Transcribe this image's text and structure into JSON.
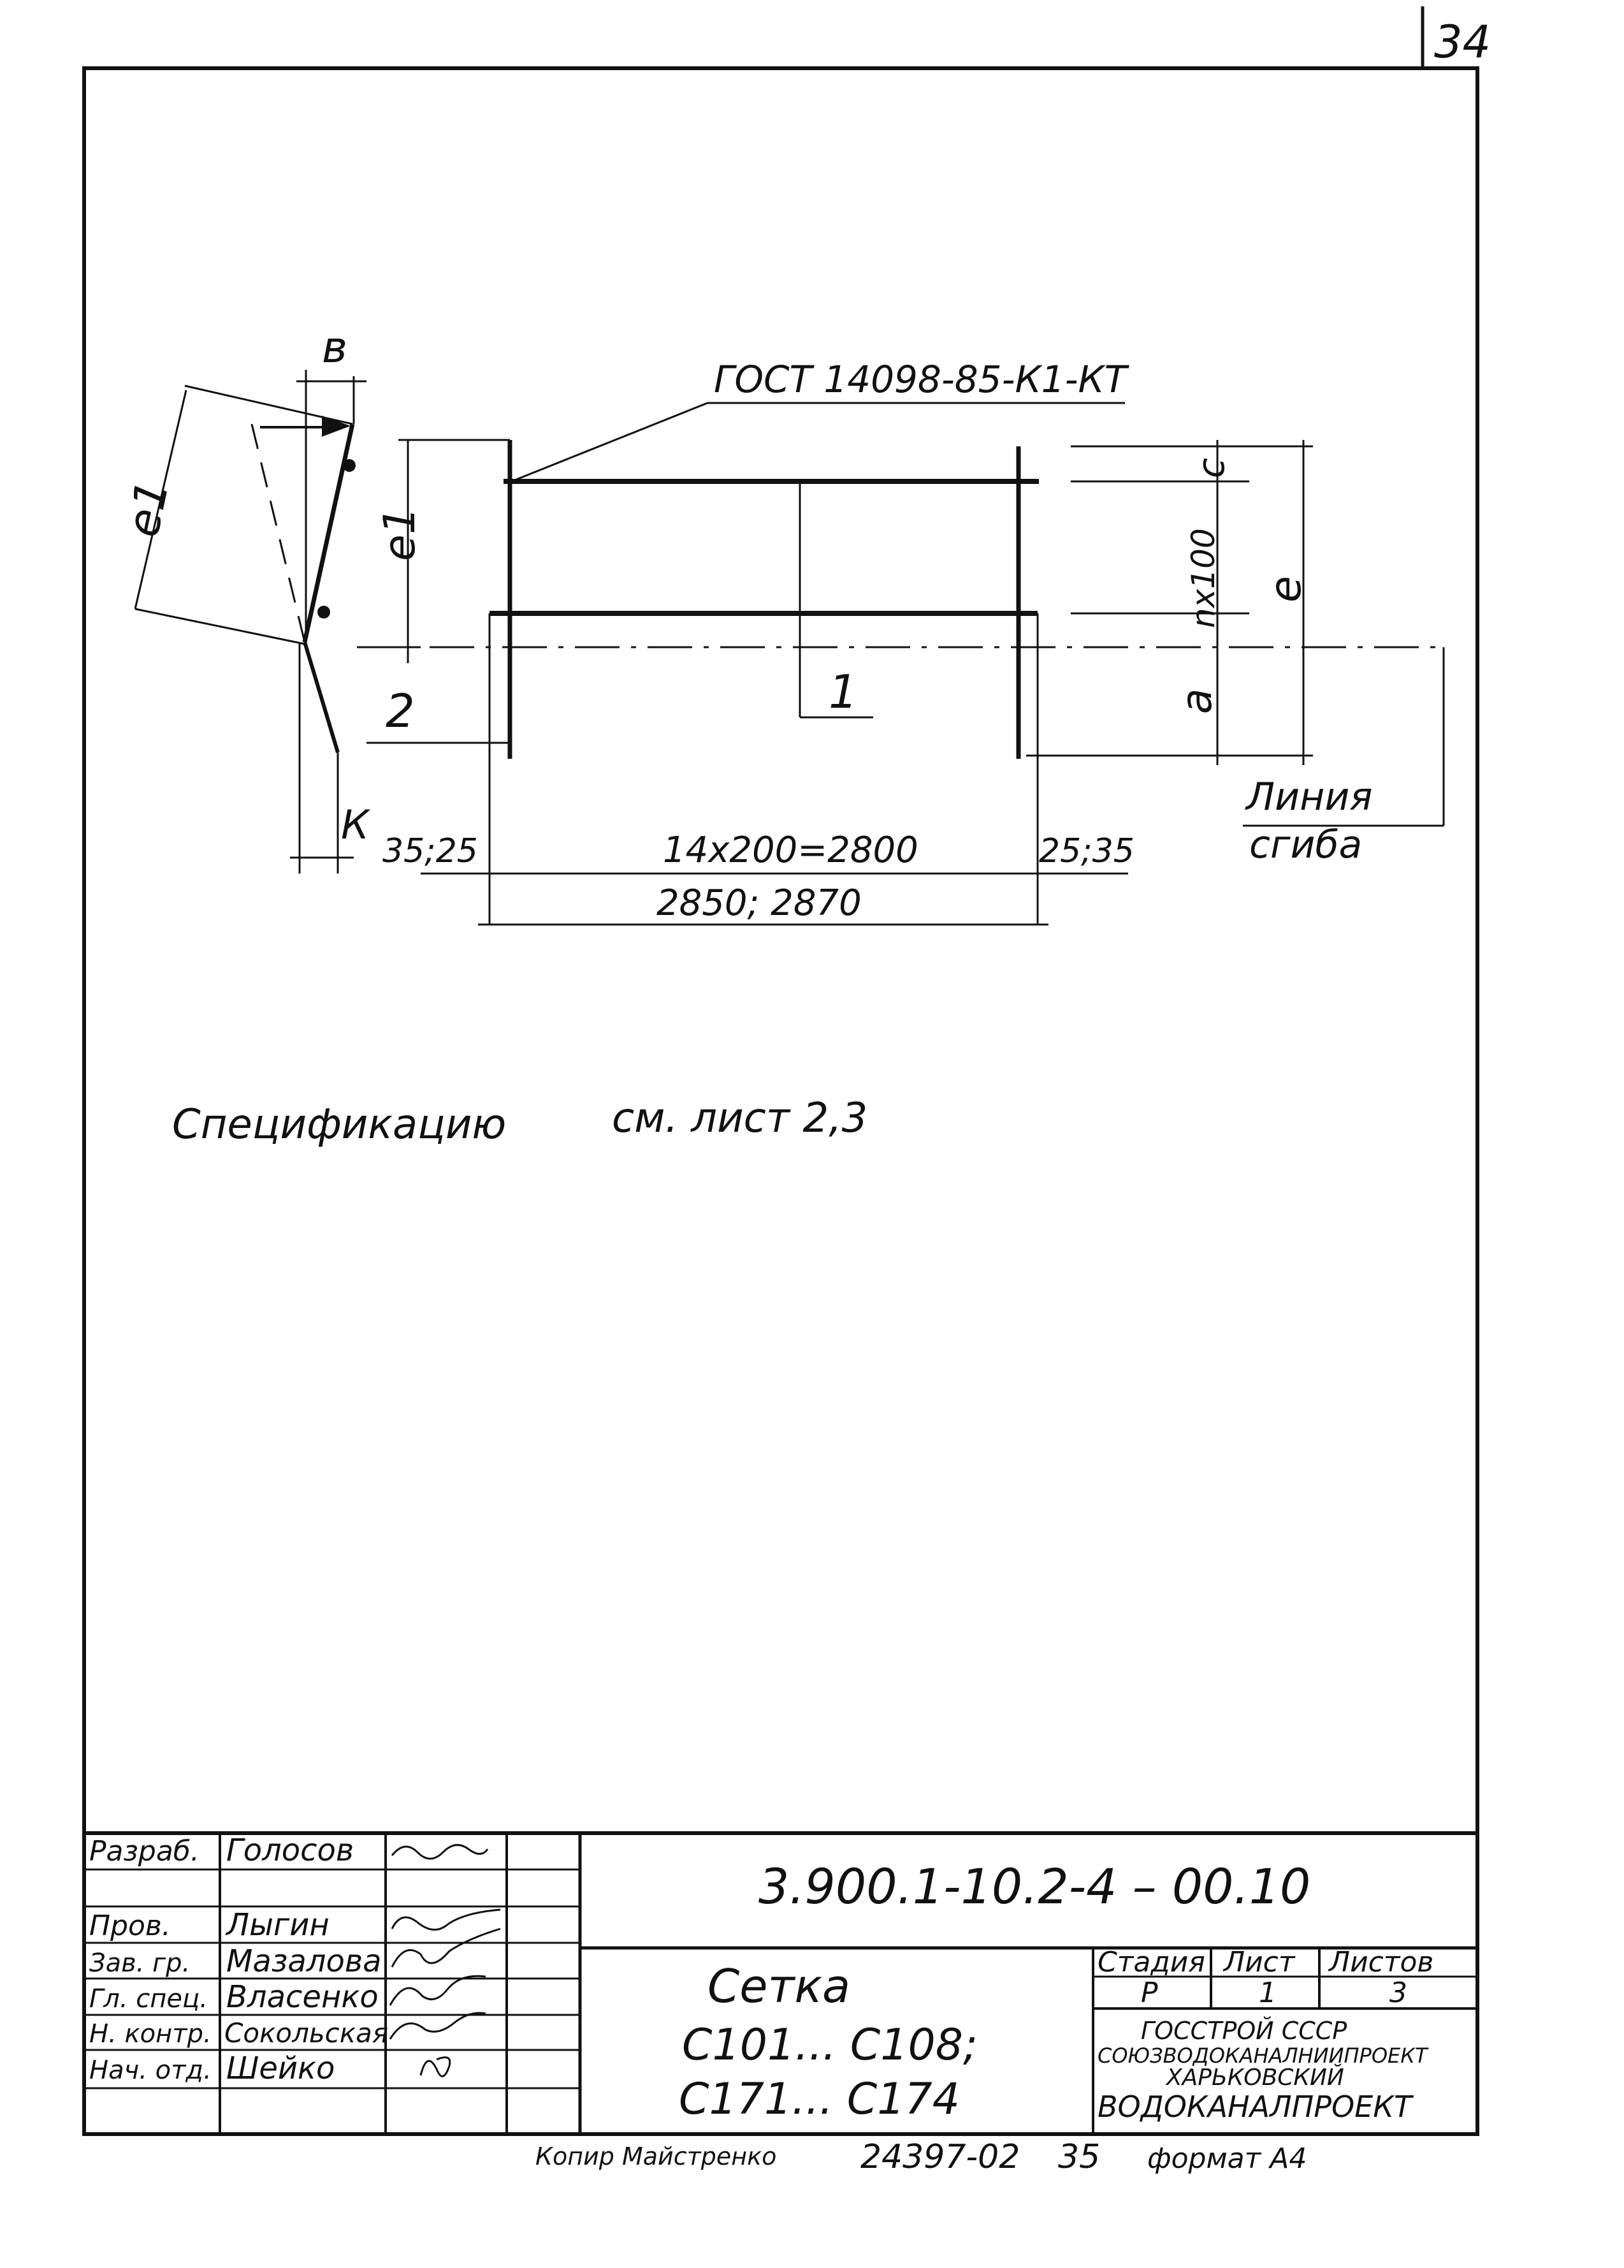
{
  "sheet_number": "34",
  "drawing": {
    "gost_label": "ГОСТ 14098-85-К1-КТ",
    "dim_b": "в",
    "dim_l1_side": "е1",
    "dim_l1": "е1",
    "dim_k": "К",
    "dim_c": "с",
    "dim_nx100": "nх100",
    "dim_e": "е",
    "dim_a": "а",
    "pos_1": "1",
    "pos_2": "2",
    "dim_left": "35;25",
    "dim_middle": "14х200=2800",
    "dim_right": "25;35",
    "dim_total": "2850; 2870",
    "bend_line_1": "Линия",
    "bend_line_2": "сгиба"
  },
  "spec_note_1": "Спецификацию",
  "spec_note_2": "см. лист 2,3",
  "title_block": {
    "designation": "3.900.1-10.2-4 – 00.10",
    "roles": [
      {
        "role": "Разраб.",
        "name": "Голосов"
      },
      {
        "role": "",
        "name": ""
      },
      {
        "role": "Пров.",
        "name": "Лыгин"
      },
      {
        "role": "Зав. гр.",
        "name": "Мазалова"
      },
      {
        "role": "Гл. спец.",
        "name": "Власенко"
      },
      {
        "role": "Н. контр.",
        "name": "Сокольская"
      },
      {
        "role": "Нач. отд.",
        "name": "Шейко"
      }
    ],
    "title_line1": "Сетка",
    "title_line2": "С101... С108;",
    "title_line3": "С171... С174",
    "stage_header": "Стадия",
    "sheet_header": "Лист",
    "sheets_header": "Листов",
    "stage_value": "Р",
    "sheet_value": "1",
    "sheets_value": "3",
    "org_line1": "ГОССТРОЙ СССР",
    "org_line2": "СОЮЗВОДОКАНАЛНИИПРОЕКТ",
    "org_line3": "ХАРЬКОВСКИЙ",
    "org_line4": "ВОДОКАНАЛПРОЕКТ"
  },
  "footer": {
    "copier": "Копир Майстренко",
    "order": "24397-02",
    "page": "35",
    "format": "формат А4"
  }
}
